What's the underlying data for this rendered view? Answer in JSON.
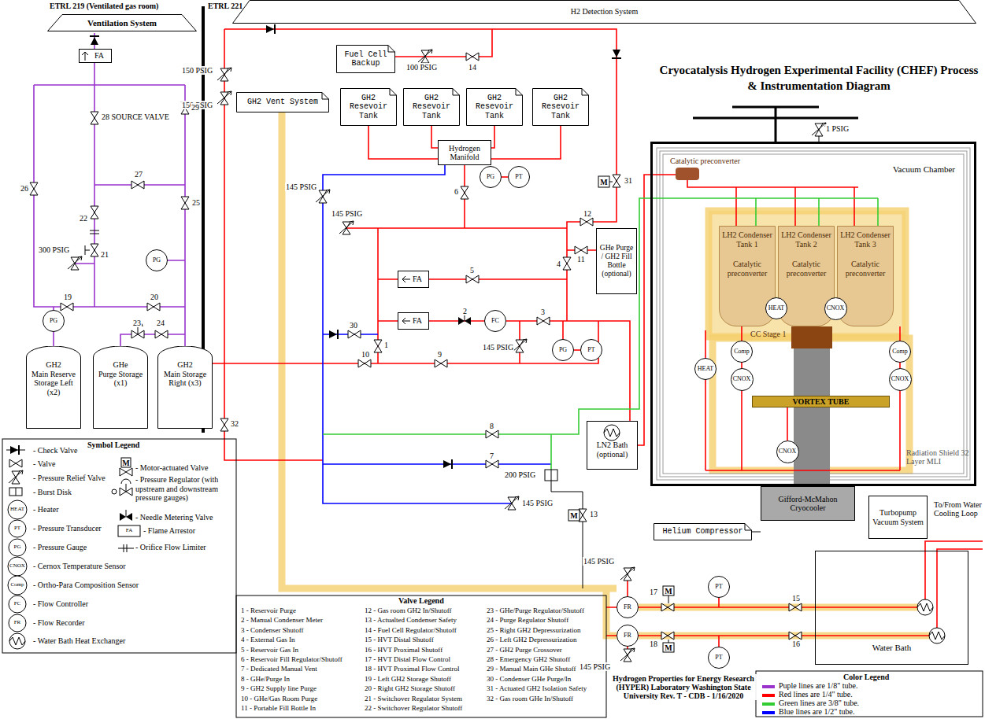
{
  "diagram": {
    "title": "Cryocatalysis Hydrogen Experimental Facility (CHEF) Process & Instrumentation Diagram",
    "nodes": [
      {
        "text": [
          "Ventilation System"
        ]
      },
      {
        "text": [
          "H2 Detection System"
        ]
      },
      {
        "text": [
          "FA"
        ]
      },
      {
        "text": [
          "Fuel Cell Backup"
        ]
      },
      {
        "text": [
          "GH2 Vent System"
        ]
      },
      {
        "text": [
          "GH2 Resevoir Tank"
        ]
      },
      {
        "text": [
          "GH2 Resevoir Tank"
        ]
      },
      {
        "text": [
          "GH2 Resevoir Tank"
        ]
      },
      {
        "text": [
          "GH2 Resevoir Tank"
        ]
      },
      {
        "text": [
          "Hydrogen Manifold"
        ]
      },
      {
        "text": [
          "PG"
        ]
      },
      {
        "text": [
          "PT"
        ]
      },
      {
        "text": [
          "PG"
        ]
      },
      {
        "text": [
          "GHe Purge / GH2 Fill Bottle (optional)"
        ]
      },
      {
        "text": [
          "FA"
        ]
      },
      {
        "text": [
          "FA"
        ]
      },
      {
        "text": [
          "FC"
        ]
      },
      {
        "text": [
          "PG"
        ]
      },
      {
        "text": [
          "PT"
        ]
      },
      {
        "text": [
          "PG"
        ]
      },
      {
        "text": [
          "GH2",
          "Main Reserve Storage Left (x2)"
        ]
      },
      {
        "text": [
          "GHe",
          "Purge Storage (x1)"
        ]
      },
      {
        "text": [
          "GH2",
          "Main Storage Right (x3)"
        ]
      },
      {
        "text": [
          "LN2 Bath (optional)"
        ]
      },
      {
        "text": [
          "Vacuum Chamber"
        ]
      },
      {
        "text": [
          "LH2 Condenser Tank 1",
          "Catalytic preconverter"
        ],
        "in": 24
      },
      {
        "text": [
          "LH2 Condenser Tank 2",
          "Catalytic preconverter"
        ],
        "in": 24
      },
      {
        "text": [
          "LH2 Condenser Tank 3",
          "Catalytic preconverter"
        ],
        "in": 24
      },
      {
        "text": [
          "HEAT"
        ],
        "in": 24
      },
      {
        "text": [
          "CNOX"
        ],
        "in": 24
      },
      {
        "text": [
          "HEAT"
        ],
        "in": 24
      },
      {
        "text": [
          "Comp"
        ],
        "in": 24
      },
      {
        "text": [
          "CNOX"
        ],
        "in": 24
      },
      {
        "text": [
          "Comp"
        ],
        "in": 24
      },
      {
        "text": [
          "CNOX"
        ],
        "in": 24
      },
      {
        "text": [
          "VORTEX TUBE"
        ],
        "in": 24
      },
      {
        "text": [
          "CNOX"
        ],
        "in": 24
      },
      {
        "text": [
          "Gifford-McMahon Cryocooler"
        ]
      },
      {
        "text": [
          "Turbopump Vacuum System"
        ]
      },
      {
        "text": [
          "Helium Compressor"
        ]
      },
      {
        "text": [
          "Water Bath"
        ]
      },
      {
        "text": [
          "FR"
        ]
      },
      {
        "text": [
          "FR"
        ]
      },
      {
        "text": [
          "PT"
        ]
      },
      {
        "text": [
          "PT"
        ]
      }
    ],
    "edges": [
      {
        "from": 5,
        "to": 9,
        "arrow": "none"
      },
      {
        "from": 6,
        "to": 9,
        "arrow": "none"
      },
      {
        "from": 7,
        "to": 9,
        "arrow": "none"
      },
      {
        "from": 8,
        "to": 9,
        "arrow": "none"
      },
      {
        "from": 10,
        "to": 11,
        "arrow": "none"
      },
      {
        "from": 17,
        "to": 18,
        "arrow": "none"
      }
    ],
    "labels": [
      "ETRL 219 (Ventilated gas room)",
      "ETRL 221",
      "150 PSIG",
      "150 PSIG",
      "100 PSIG",
      "14",
      "1 PSIG",
      "28 SOURCE VALVE",
      "29",
      "27",
      "26",
      "25",
      "22",
      "21",
      "300 PSIG",
      "19",
      "20",
      "23",
      "24",
      "145 PSIG",
      "145 PSIG",
      "6",
      "31",
      "12",
      "11",
      "4",
      "5",
      "2",
      "3",
      "30",
      "1",
      "145 PSIG",
      "10",
      "9",
      "32",
      "8",
      "7",
      "200 PSIG",
      "145 PSIG",
      "13",
      "145 PSIG",
      "145 PSIG",
      "17",
      "18",
      "15",
      "16",
      "Catalytic preconverter",
      "CC Stage 1",
      "Radiation Shield 32 Layer MLI",
      "To/From Water Cooling Loop",
      "Hydrogen Properties for Energy Research (HYPER) Laboratory Washington State University Rev. T - CDB - 1/16/2020",
      "M",
      "M",
      "M",
      "M",
      "Symbol Legend",
      "M",
      "HEAT",
      "PT",
      "PG",
      "CNOX",
      "Comp",
      "FC",
      "FR",
      "FA",
      "Valve Legend",
      "1 - Reservoir Purge",
      "2 - Manual Condenser Meter",
      "3 - Condenser Shutoff",
      "4 - External Gas In",
      "5 - Reservoir Gas In",
      "6 - Reservoir Fill Regulator/Shutoff",
      "7 - Dedicated Manual Vent",
      "8 - GHe/Purge In",
      "9 - GH2 Supply line Purge",
      "10 - GHe/Gas Room Purge",
      "11 - Portable Fill Bottle In",
      "12 - Gas room GH2 In/Shutoff",
      "13 - Actualted Condenser Safety",
      "14 - Fuel Cell Regulator/Shutoff",
      "15 - HVT Distal Shutoff",
      "16 - HVT Proximal Shutoff",
      "17 - HVT Distal Flow Control",
      "18 - HVT Proximal Flow Control",
      "19 - Left GH2 Storage Shutoff",
      "20 - Right GH2 Storage Shutoff",
      "21 - Switchover Regulator System",
      "22 - Switchover Regulator Shutoff",
      "23 - GHe/Purge Regulator/Shutoff",
      "24 - Purge Regulator Shutoff",
      "25 - Right GH2 Depressurization",
      "26 - Left GH2 Depressurization",
      "27 - GH2 Purge Crossover",
      "28 - Emergency GH2 Shutoff",
      "29 - Manual Main GHe Shutoff",
      "30 - Condenser GHe Purge/In",
      "31 - Actuated GH2 Isolation Safety",
      "32 - Gas room GHe In/Shutoff",
      "Color Legend"
    ],
    "legend": [
      {
        "text": "- Check Valve"
      },
      {
        "text": "- Valve"
      },
      {
        "text": "- Pressure Relief Valve"
      },
      {
        "text": "- Burst Disk"
      },
      {
        "text": "- Heater"
      },
      {
        "text": "- Pressure Transducer"
      },
      {
        "text": "- Pressure Gauge"
      },
      {
        "text": "- Cernox Temperature Sensor"
      },
      {
        "text": "- Ortho-Para Composition Sensor"
      },
      {
        "text": "- Flow Controller"
      },
      {
        "text": "- Flow Recorder"
      },
      {
        "text": "- Water Bath Heat Exchanger"
      },
      {
        "text": "- Motor-actuated Valve"
      },
      {
        "text": "- Pressure Regulator (with upstream and downstream pressure gauges)"
      },
      {
        "text": "- Needle Metering Valve"
      },
      {
        "text": "- Flame Arrestor"
      },
      {
        "text": "- Orifice Flow Limiter"
      },
      {
        "text": "Puple lines are 1/8\" tube.",
        "color": "#9933cc"
      },
      {
        "text": "Red lines are 1/4\" tube.",
        "color": "#ff0000"
      },
      {
        "text": "Green lines are 3/8\" tube.",
        "color": "#33cc33"
      },
      {
        "text": "Blue lines are 1/2\" tube.",
        "color": "#0000ff"
      }
    ]
  }
}
